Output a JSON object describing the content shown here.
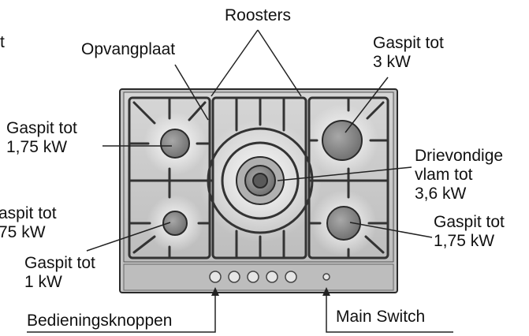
{
  "labels": {
    "corner_fragment": "t",
    "roosters": "Roosters",
    "opvangplaat": "Opvangplaat",
    "burner_top_left": [
      "Gaspit tot",
      "1,75 kW"
    ],
    "burner_top_right": [
      "Gaspit tot",
      "3 kW"
    ],
    "burner_center": [
      "Drievondige",
      "vlam tot",
      "3,6 kW"
    ],
    "burner_mid_left_cut": [
      "aspit tot",
      "75 kW"
    ],
    "burner_bottom_left": [
      "Gaspit tot",
      "1 kW"
    ],
    "burner_bottom_right": [
      "Gaspit tot",
      "1,75 kW"
    ],
    "bedieningsknoppen": "Bedieningsknoppen",
    "main_switch": "Main Switch"
  },
  "colors": {
    "stroke": "#222222",
    "plate": "#c9c9c9",
    "grate": "#333333",
    "burner": "#8d8d8d"
  }
}
